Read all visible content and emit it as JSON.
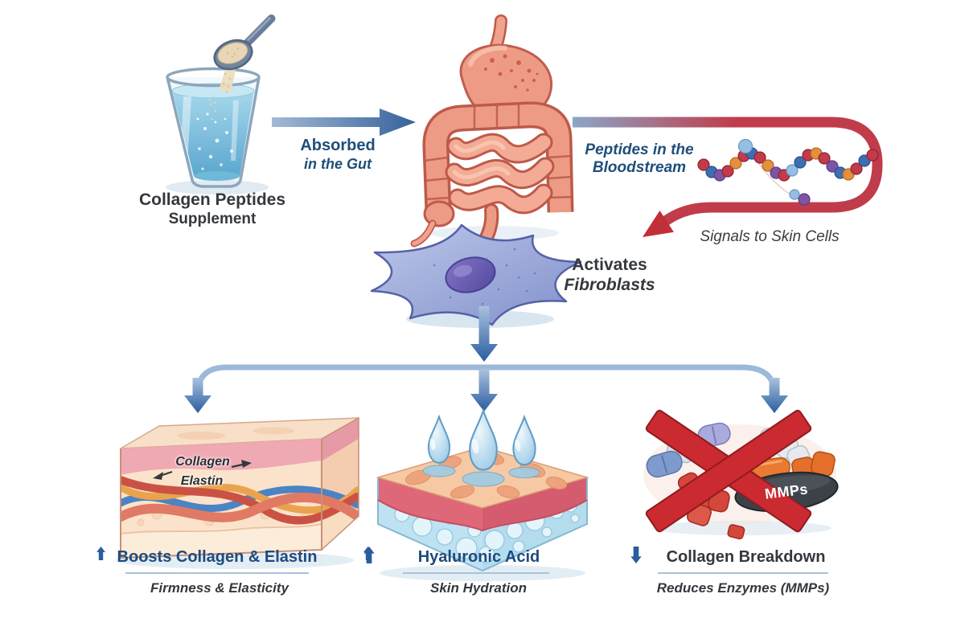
{
  "title": "Collagen peptides supplement skin pathway infographic",
  "colors": {
    "background": "#ffffff",
    "blue_label": "#1f4e79",
    "charcoal_label": "#34383d",
    "flow_arrow_blue": "#2e63a4",
    "flow_arrow_red": "#c22f3d",
    "divider": "#a9c3d9"
  },
  "stages": {
    "supplement": {
      "caption_line1": "Collagen Peptides",
      "caption_line2": "Supplement"
    },
    "absorption": {
      "label_bold": "Absorbed",
      "label_italic": "in the Gut"
    },
    "bloodstream": {
      "label_line1": "Peptides in the",
      "label_line2": "Bloodstream"
    },
    "signal": {
      "label": "Signals to Skin Cells"
    },
    "fibroblast": {
      "label_line1": "Activates",
      "label_line2": "Fibroblasts"
    }
  },
  "outcomes": [
    {
      "headline": "Boosts Collagen & Elastin",
      "headline_arrow": "",
      "subline": "Firmness & Elasticity",
      "subline_arrow": "up",
      "skin_label_1": "Collagen",
      "skin_label_2": "Elastin"
    },
    {
      "headline": "Hyaluronic Acid",
      "headline_arrow": "up",
      "subline": "Skin Hydration",
      "subline_arrow": "up"
    },
    {
      "headline": "Collagen Breakdown",
      "headline_arrow": "down",
      "subline": "Reduces Enzymes (MMPs)",
      "subline_arrow": "",
      "enzyme_badge": "MMPs"
    }
  ]
}
